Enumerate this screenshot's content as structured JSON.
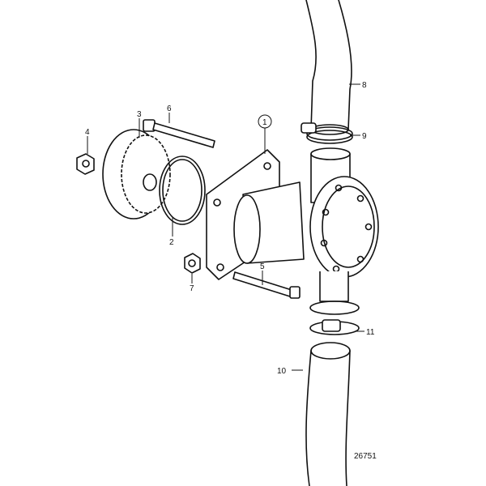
{
  "diagram": {
    "drawing_number": "26751",
    "callouts": [
      "1",
      "2",
      "3",
      "4",
      "5",
      "6",
      "7",
      "8",
      "9",
      "10",
      "11"
    ],
    "parts": {
      "1": "pump-housing",
      "2": "o-ring",
      "3": "drive-gear",
      "4": "nut",
      "5": "stud-bolt-lower",
      "6": "stud-bolt-upper",
      "7": "nut",
      "8": "upper-hose",
      "9": "upper-hose-clamp",
      "10": "lower-hose",
      "11": "lower-hose-clamp"
    }
  }
}
